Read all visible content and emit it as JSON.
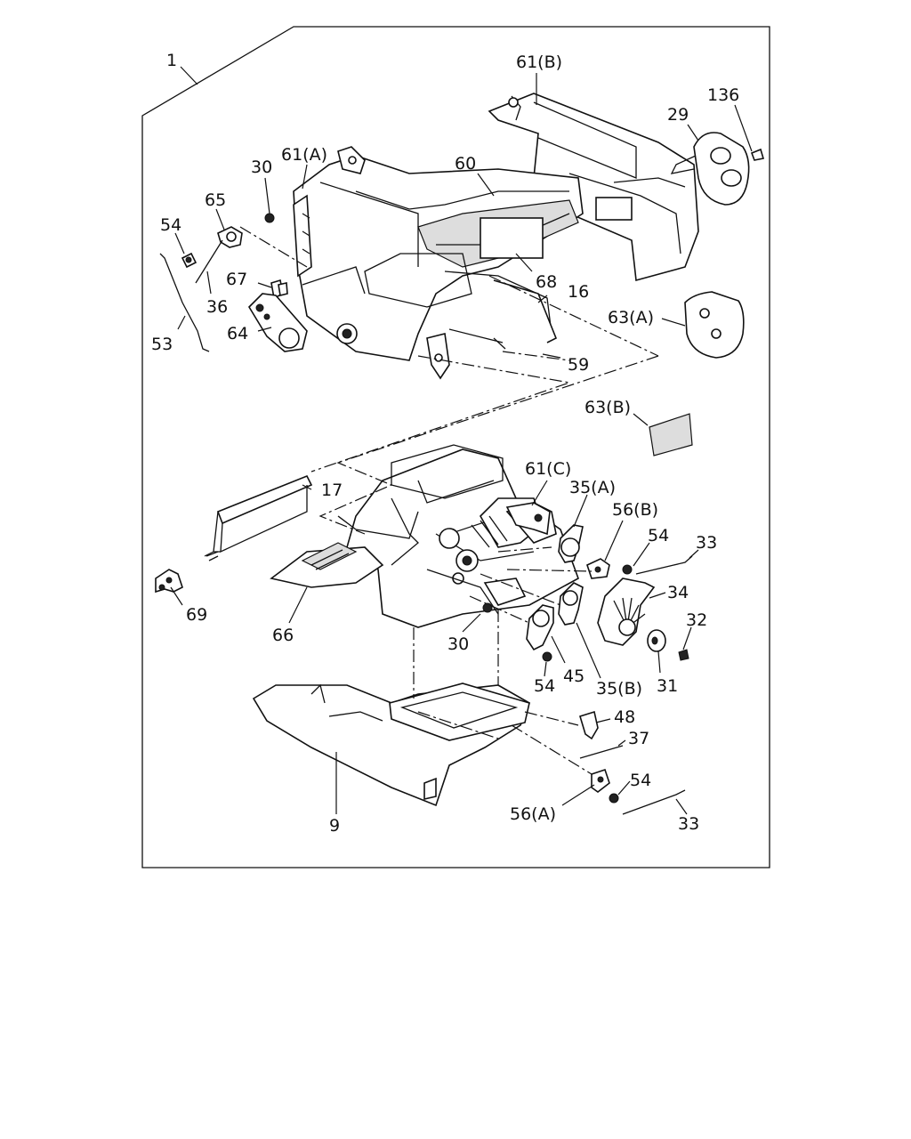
{
  "diagram": {
    "callouts": [
      {
        "id": "c1",
        "text": "1"
      },
      {
        "id": "c61b",
        "text": "61(B)"
      },
      {
        "id": "c136",
        "text": "136"
      },
      {
        "id": "c29",
        "text": "29"
      },
      {
        "id": "c30a",
        "text": "30"
      },
      {
        "id": "c61a",
        "text": "61(A)"
      },
      {
        "id": "c60",
        "text": "60"
      },
      {
        "id": "c65",
        "text": "65"
      },
      {
        "id": "c54a",
        "text": "54"
      },
      {
        "id": "c67",
        "text": "67"
      },
      {
        "id": "c68",
        "text": "68"
      },
      {
        "id": "c16",
        "text": "16"
      },
      {
        "id": "c36",
        "text": "36"
      },
      {
        "id": "c63a",
        "text": "63(A)"
      },
      {
        "id": "c53",
        "text": "53"
      },
      {
        "id": "c64",
        "text": "64"
      },
      {
        "id": "c59",
        "text": "59"
      },
      {
        "id": "c63b",
        "text": "63(B)"
      },
      {
        "id": "c61c",
        "text": "61(C)"
      },
      {
        "id": "c17",
        "text": "17"
      },
      {
        "id": "c35a",
        "text": "35(A)"
      },
      {
        "id": "c56b",
        "text": "56(B)"
      },
      {
        "id": "c54b",
        "text": "54"
      },
      {
        "id": "c33a",
        "text": "33"
      },
      {
        "id": "c34",
        "text": "34"
      },
      {
        "id": "c69",
        "text": "69"
      },
      {
        "id": "c32",
        "text": "32"
      },
      {
        "id": "c66",
        "text": "66"
      },
      {
        "id": "c30b",
        "text": "30"
      },
      {
        "id": "c54c",
        "text": "54"
      },
      {
        "id": "c45",
        "text": "45"
      },
      {
        "id": "c35b",
        "text": "35(B)"
      },
      {
        "id": "c31",
        "text": "31"
      },
      {
        "id": "c48",
        "text": "48"
      },
      {
        "id": "c37",
        "text": "37"
      },
      {
        "id": "c54d",
        "text": "54"
      },
      {
        "id": "c9",
        "text": "9"
      },
      {
        "id": "c56a",
        "text": "56(A)"
      },
      {
        "id": "c33b",
        "text": "33"
      }
    ]
  }
}
